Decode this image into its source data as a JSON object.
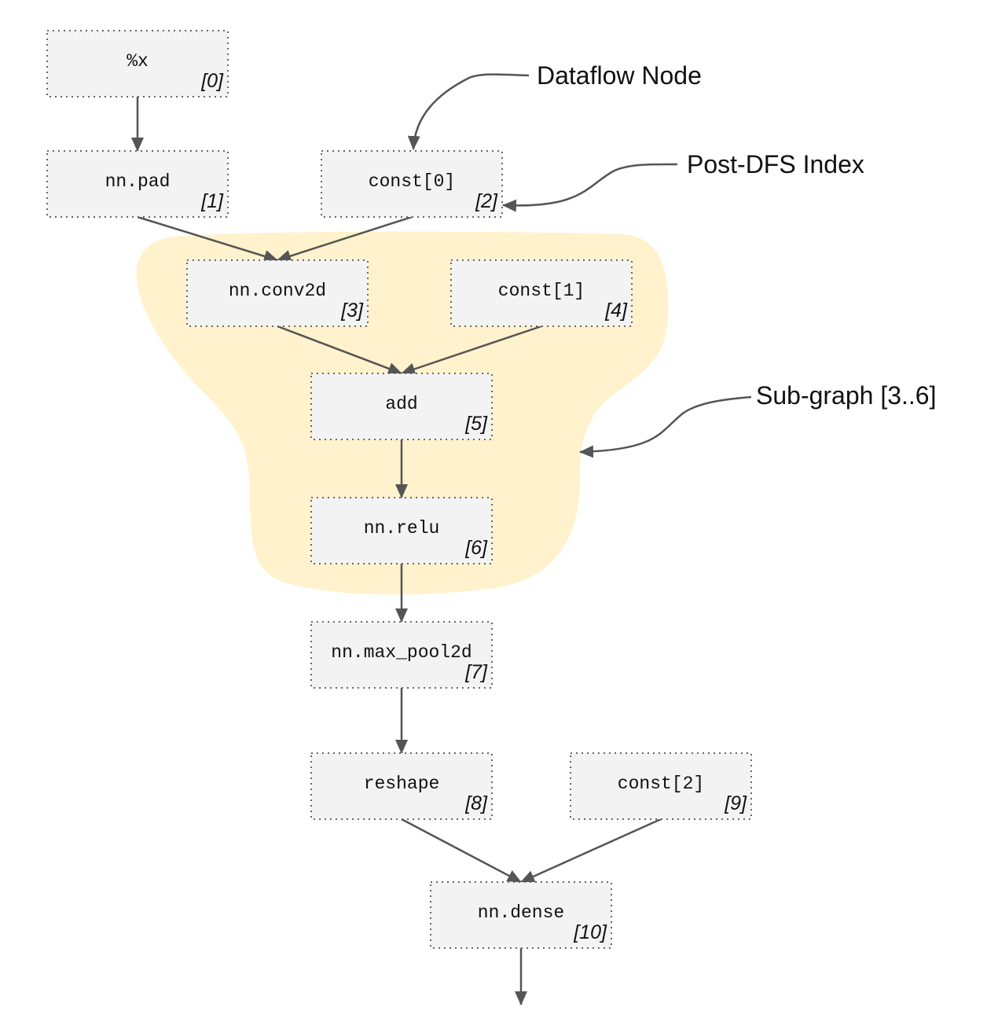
{
  "colors": {
    "node_fill": "#f3f3f3",
    "node_border": "#666666",
    "edge": "#555555",
    "subgraph_fill": "#fff2cc"
  },
  "nodes": [
    {
      "id": "x",
      "label": "%x",
      "index": "[0]"
    },
    {
      "id": "pad",
      "label": "nn.pad",
      "index": "[1]"
    },
    {
      "id": "const0",
      "label": "const[0]",
      "index": "[2]"
    },
    {
      "id": "conv2d",
      "label": "nn.conv2d",
      "index": "[3]"
    },
    {
      "id": "const1",
      "label": "const[1]",
      "index": "[4]"
    },
    {
      "id": "add",
      "label": "add",
      "index": "[5]"
    },
    {
      "id": "relu",
      "label": "nn.relu",
      "index": "[6]"
    },
    {
      "id": "maxpool",
      "label": "nn.max_pool2d",
      "index": "[7]"
    },
    {
      "id": "reshape",
      "label": "reshape",
      "index": "[8]"
    },
    {
      "id": "const2",
      "label": "const[2]",
      "index": "[9]"
    },
    {
      "id": "dense",
      "label": "nn.dense",
      "index": "[10]"
    }
  ],
  "edges": [
    {
      "from": "x",
      "to": "pad"
    },
    {
      "from": "pad",
      "to": "conv2d"
    },
    {
      "from": "const0",
      "to": "conv2d"
    },
    {
      "from": "conv2d",
      "to": "add"
    },
    {
      "from": "const1",
      "to": "add"
    },
    {
      "from": "add",
      "to": "relu"
    },
    {
      "from": "relu",
      "to": "maxpool"
    },
    {
      "from": "maxpool",
      "to": "reshape"
    },
    {
      "from": "reshape",
      "to": "dense"
    },
    {
      "from": "const2",
      "to": "dense"
    },
    {
      "from": "dense",
      "to": "output"
    }
  ],
  "annotations": {
    "dataflow_node": "Dataflow Node",
    "post_dfs_index": "Post-DFS Index",
    "subgraph": "Sub-graph [3..6]"
  }
}
